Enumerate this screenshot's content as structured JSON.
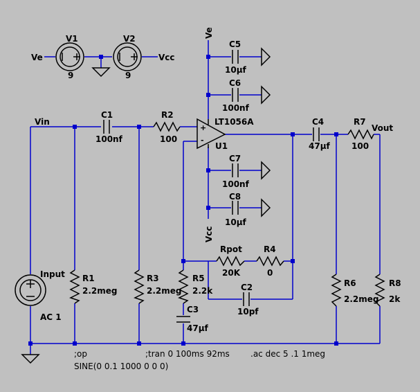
{
  "nets": {
    "ve_left": "Ve",
    "vcc_right": "Vcc",
    "ve_top": "Ve",
    "vcc_bottom": "Vcc",
    "vin": "Vin",
    "vout": "Vout"
  },
  "components": {
    "v1": {
      "name": "V1",
      "value": "9"
    },
    "v2": {
      "name": "V2",
      "value": "9"
    },
    "c1": {
      "name": "C1",
      "value": "100nf"
    },
    "r2": {
      "name": "R2",
      "value": "100"
    },
    "u1": {
      "name": "U1",
      "part": "LT1056A"
    },
    "c4": {
      "name": "C4",
      "value": "47µf"
    },
    "r7": {
      "name": "R7",
      "value": "100"
    },
    "c5": {
      "name": "C5",
      "value": "10µf"
    },
    "c6": {
      "name": "C6",
      "value": "100nf"
    },
    "c7": {
      "name": "C7",
      "value": "100nf"
    },
    "c8": {
      "name": "C8",
      "value": "10µf"
    },
    "rpot": {
      "name": "Rpot",
      "value": "20K"
    },
    "r4": {
      "name": "R4",
      "value": "0"
    },
    "c2": {
      "name": "C2",
      "value": "10pf"
    },
    "r5": {
      "name": "R5",
      "value": "2.2k"
    },
    "c3": {
      "name": "C3",
      "value": "47µf"
    },
    "r1": {
      "name": "R1",
      "value": "2.2meg"
    },
    "r3": {
      "name": "R3",
      "value": "2.2meg"
    },
    "r6": {
      "name": "R6",
      "value": "2.2meg"
    },
    "r8": {
      "name": "R8",
      "value": "2k"
    },
    "input": {
      "name": "Input",
      "value": "AC 1"
    }
  },
  "directives": {
    "op": ";op",
    "sine": "SINE(0 0.1 1000 0 0 0)",
    "tran": ";tran 0 100ms 92ms",
    "ac": ".ac dec 5 .1 1meg"
  },
  "colors": {
    "background": "#c0c0c0",
    "wire": "#0000cc",
    "component": "#000000"
  }
}
